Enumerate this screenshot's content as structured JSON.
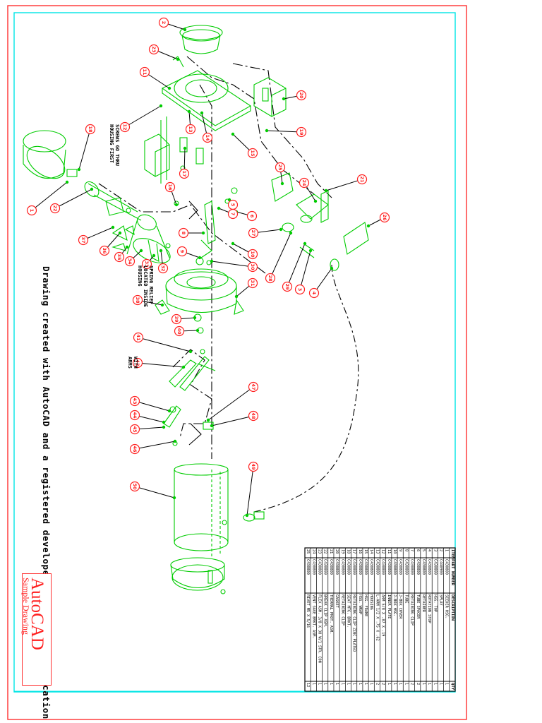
{
  "sheet": {
    "caption": "Drawing created with AutoCAD and a registered developer third party application",
    "logo": {
      "name": "AutoCAD",
      "subtitle": "Sample Drawing"
    },
    "notes": [
      "SCREWS GO THRU\nHOUSING FIRST",
      "SPRING RELIEF\nLOCATED INSIDE\nHOUSING",
      "WITH\nARMS"
    ],
    "colors": {
      "outer_border": "#ff3030",
      "inner_border": "#00e5e5",
      "parts": "#00cc00",
      "balloons": "#ff2020",
      "lines": "#000000"
    }
  },
  "balloons": [
    "2",
    "23",
    "1",
    "22",
    "11",
    "12",
    "13",
    "14",
    "15",
    "16",
    "17",
    "18",
    "19",
    "20",
    "21",
    "24",
    "25",
    "26",
    "27",
    "28",
    "29",
    "3",
    "4",
    "5",
    "6",
    "7",
    "8",
    "9",
    "10",
    "30",
    "31",
    "32",
    "33",
    "34",
    "35",
    "36",
    "37",
    "38",
    "39",
    "40",
    "41",
    "42",
    "43",
    "44",
    "45",
    "46",
    "47",
    "48",
    "49",
    "50"
  ],
  "bom": {
    "headers": [
      "ITEM",
      "PART NUMBER",
      "DESCRIPTION",
      "QTY"
    ],
    "rows": [
      [
        "1",
        "C430800",
        "SEEDER HSG.",
        "1"
      ],
      [
        "2",
        "C440900",
        "SPLAY",
        "1"
      ],
      [
        "3",
        "C430800",
        "HSG. TOP",
        "1"
      ],
      [
        "4",
        "C430800",
        "ROTATION STOP",
        "1"
      ],
      [
        "5",
        "C430800",
        "RETAINER",
        "1"
      ],
      [
        "6",
        "C430800",
        "TUBE SPACER",
        "2"
      ],
      [
        "7",
        "C430800",
        "RETAINING CLIP",
        "2"
      ],
      [
        "8",
        "C430800",
        "TUBE",
        "1"
      ],
      [
        "9",
        "C430800",
        "J-BOX COVER",
        "1"
      ],
      [
        "10",
        "C430800",
        "J-BOX HSG.",
        "1"
      ],
      [
        "11",
        "C430800",
        "INNER PLATE",
        "1"
      ],
      [
        "12",
        "C430800",
        "ARM 5/8 X .87 X .19",
        "2"
      ],
      [
        "13",
        "C430800",
        "L-ARM 1/2 X .75 X .62",
        "2"
      ],
      [
        "14",
        "C430800",
        "HOUSING",
        "1"
      ],
      [
        "15",
        "C430800",
        "HSG. FRAME",
        "1"
      ],
      [
        "16",
        "C430800",
        "HSG. WRAP",
        "1"
      ],
      [
        "17",
        "C430800",
        "RETAINING CLIP ZINC PLATED",
        "1"
      ],
      [
        "18",
        "C430800",
        "SEAT MTG. BRKT.",
        "1"
      ],
      [
        "19",
        "C430800",
        "RETAINING CLIP",
        "1"
      ],
      [
        "20",
        "C430800",
        "GASKET",
        "1"
      ],
      [
        "21",
        "C430800",
        "THERMAL PROT. ASM.",
        "1"
      ],
      [
        "22",
        "C430800",
        "BREAK CLIP ASM.",
        "1"
      ],
      [
        "23",
        "C430800",
        "FLEX ASM. 3/8 X 38 W/1 STR. CON",
        "1"
      ],
      [
        "24",
        "C430800",
        "VENT GAGE BRKT. ASM.",
        "1"
      ],
      [
        "25",
        "C430800",
        "RIVET M5 X 5/16",
        "12"
      ]
    ]
  }
}
